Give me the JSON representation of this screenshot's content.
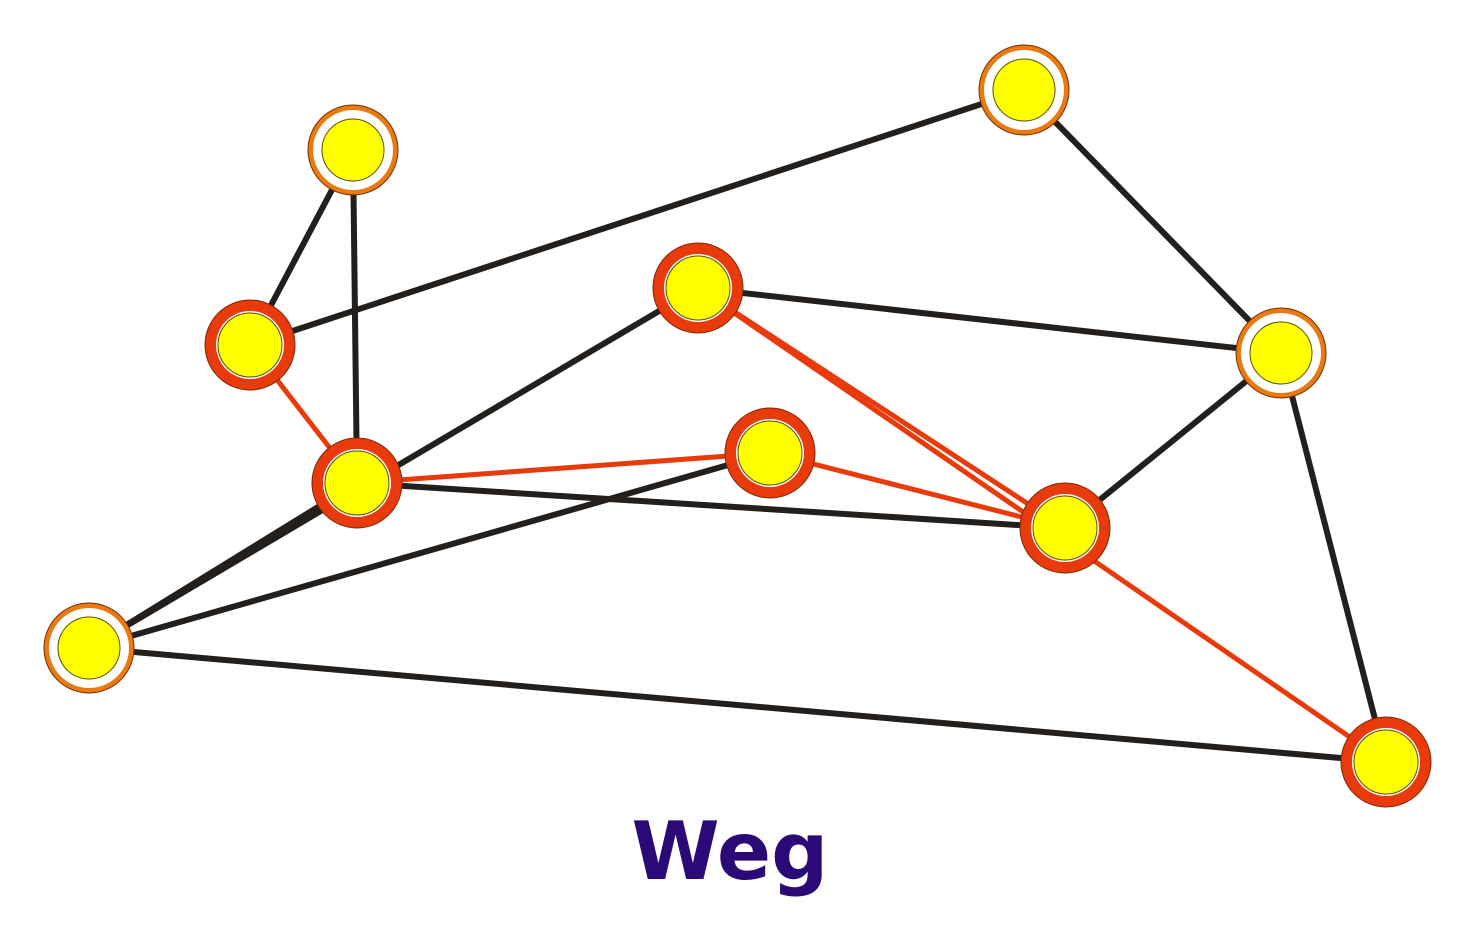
{
  "caption": "Weg",
  "colors": {
    "edge": "#231f1c",
    "path_edge": "#e83a0a",
    "node_fill": "#ffff00",
    "path_node_ring": "#e83a0a",
    "node_ring": "#e87a10",
    "node_ring_bg": "#ffffff",
    "caption": "#2b0a78"
  },
  "nodes": [
    {
      "id": "n1",
      "on_path": false
    },
    {
      "id": "n2",
      "on_path": false
    },
    {
      "id": "n3",
      "on_path": true
    },
    {
      "id": "n4",
      "on_path": true
    },
    {
      "id": "n5",
      "on_path": false
    },
    {
      "id": "n6",
      "on_path": true
    },
    {
      "id": "n7",
      "on_path": true
    },
    {
      "id": "n8",
      "on_path": true
    },
    {
      "id": "n9",
      "on_path": false
    },
    {
      "id": "n10",
      "on_path": true
    }
  ],
  "edges": [
    {
      "from": "n1",
      "to": "n4",
      "on_path": false
    },
    {
      "from": "n1",
      "to": "n3",
      "on_path": false
    },
    {
      "from": "n3",
      "to": "n2",
      "on_path": false
    },
    {
      "from": "n2",
      "to": "n5",
      "on_path": false
    },
    {
      "from": "n4",
      "to": "n3",
      "on_path": true
    },
    {
      "from": "n4",
      "to": "n7",
      "on_path": false
    },
    {
      "from": "n4",
      "to": "n6",
      "on_path": true
    },
    {
      "from": "n4",
      "to": "n9",
      "on_path": false
    },
    {
      "from": "n6",
      "to": "n7",
      "on_path": true
    },
    {
      "from": "n6",
      "to": "n9",
      "on_path": false
    },
    {
      "from": "n7",
      "to": "n5",
      "on_path": false
    },
    {
      "from": "n7",
      "to": "n8",
      "on_path": true
    },
    {
      "from": "n8",
      "to": "n5",
      "on_path": false
    },
    {
      "from": "n8",
      "to": "n9",
      "on_path": false
    },
    {
      "from": "n8",
      "to": "n10",
      "on_path": true
    },
    {
      "from": "n5",
      "to": "n10",
      "on_path": false
    },
    {
      "from": "n9",
      "to": "n10",
      "on_path": false
    }
  ]
}
